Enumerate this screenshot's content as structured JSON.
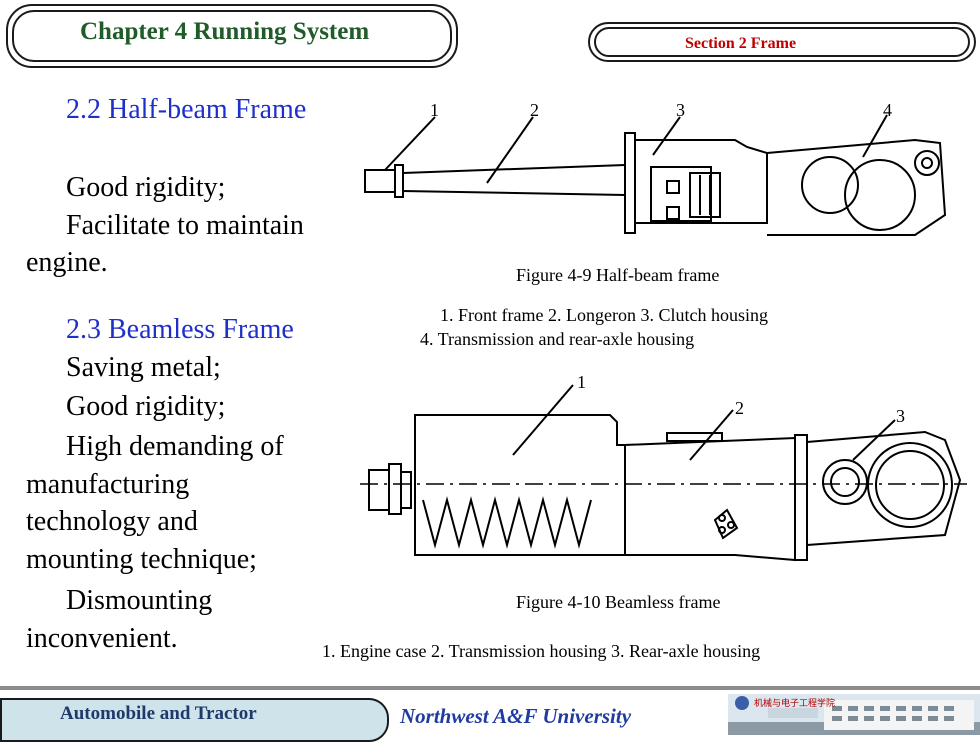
{
  "header": {
    "chapter_title": "Chapter 4 Running System",
    "section_title": "Section 2  Frame"
  },
  "left": {
    "half_beam_heading": "2.2 Half-beam Frame",
    "half_beam_lines": [
      "Good rigidity;",
      "Facilitate to maintain",
      "engine."
    ],
    "beamless_heading": "2.3 Beamless Frame",
    "beamless_lines": [
      "Saving metal;",
      "Good rigidity;",
      "High demanding of",
      "manufacturing",
      "technology and",
      "mounting technique;",
      "Dismounting",
      "inconvenient."
    ]
  },
  "figure1": {
    "labels": [
      "1",
      "2",
      "3",
      "4"
    ],
    "caption": "Figure 4-9 Half-beam frame",
    "legend_line1": "1. Front frame    2. Longeron   3. Clutch housing",
    "legend_line2": "4. Transmission and rear-axle housing"
  },
  "figure2": {
    "labels": [
      "1",
      "2",
      "3"
    ],
    "caption": "Figure 4-10 Beamless frame",
    "legend": "1. Engine case  2. Transmission housing   3. Rear-axle housing"
  },
  "footer": {
    "course": "Automobile and Tractor",
    "university": "Northwest A&F  University",
    "logo_text": "机械与电子工程学院"
  }
}
